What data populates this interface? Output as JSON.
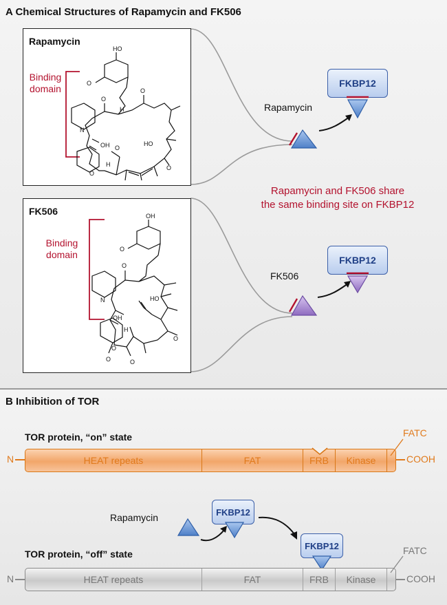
{
  "panel_a": {
    "heading": "A  Chemical Structures of Rapamycin and FK506",
    "rapamycin_box": {
      "title": "Rapamycin",
      "binding_label_1": "Binding",
      "binding_label_2": "domain"
    },
    "fk506_box": {
      "title": "FK506",
      "binding_label_1": "Binding",
      "binding_label_2": "domain"
    },
    "rapamycin_ligand_label": "Rapamycin",
    "fk506_ligand_label": "FK506",
    "fkbp_label_top": "FKBP12",
    "fkbp_label_bottom": "FKBP12",
    "shared_note_line1": "Rapamycin and FK506 share",
    "shared_note_line2": "the same binding site on FKBP12",
    "atom_labels": {
      "ho": "HO",
      "oh": "OH",
      "o": "O",
      "n": "N",
      "h": "H"
    }
  },
  "panel_b": {
    "heading": "B  Inhibition of TOR",
    "on_state_title": "TOR protein, “on” state",
    "off_state_title": "TOR protein, “off” state",
    "n_terminus": "N",
    "c_terminus": "COOH",
    "domains": {
      "heat": "HEAT repeats",
      "fat": "FAT",
      "frb": "FRB",
      "kinase": "Kinase",
      "fatc": "FATC"
    },
    "rapamycin_label": "Rapamycin",
    "fkbp_label_a": "FKBP12",
    "fkbp_label_b": "FKBP12"
  },
  "colors": {
    "binding_red": "#b3122e",
    "tor_on_orange": "#e07a1c",
    "tor_off_gray": "#8a8a8a",
    "fkbp_blue": "#3b5fa8",
    "rapamycin_blue": "#5b8fd6",
    "fk506_purple": "#9b7bc9"
  }
}
